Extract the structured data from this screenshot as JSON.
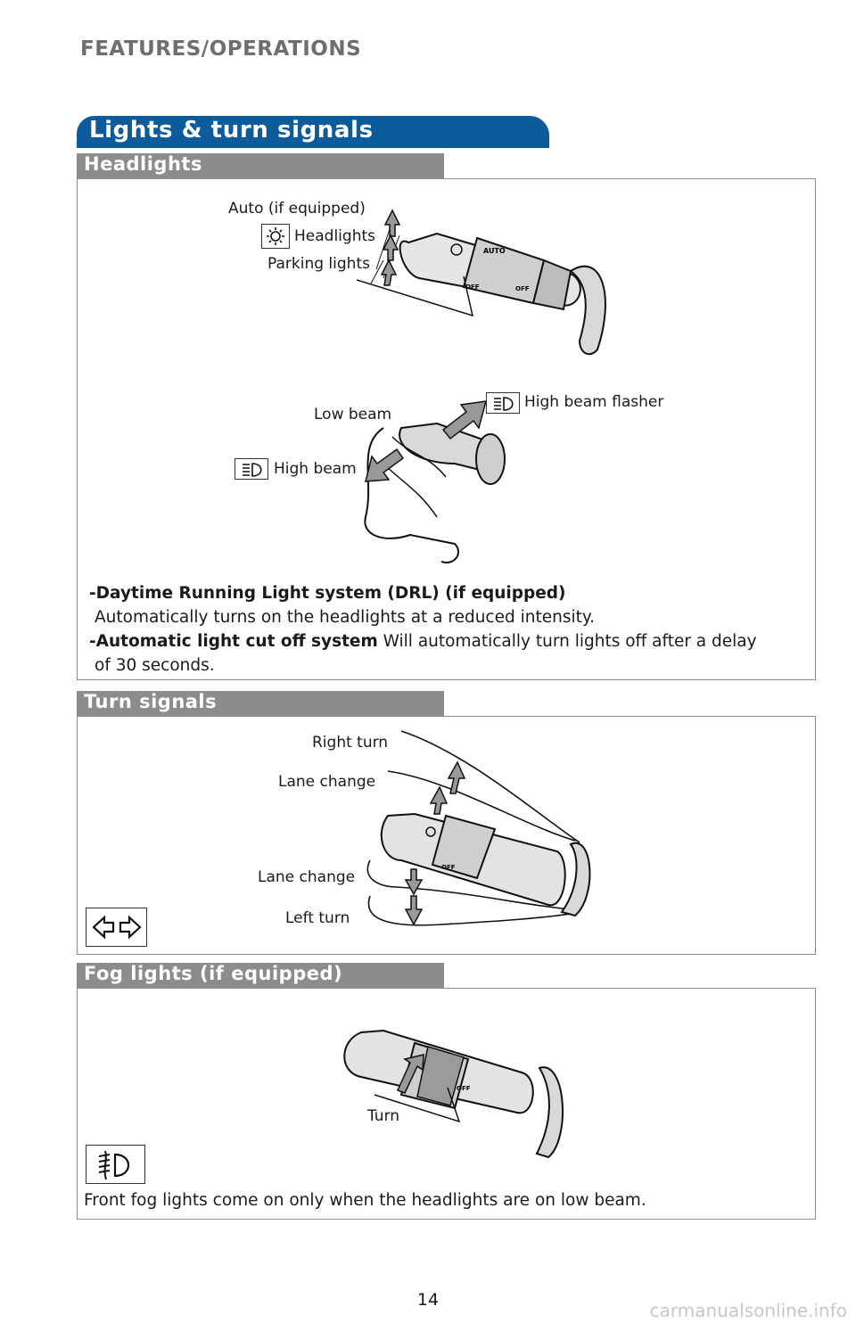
{
  "header": {
    "section": "FEATURES/OPERATIONS"
  },
  "banner": {
    "title": "Lights & turn signals"
  },
  "headlights": {
    "title": "Headlights",
    "labels": {
      "auto": "Auto (if equipped)",
      "headlights": "Headlights",
      "parking": "Parking lights",
      "low_beam": "Low beam",
      "high_beam": "High beam",
      "high_beam_flasher": "High beam flasher"
    },
    "drl_title": "-Daytime Running Light system (DRL) (if equipped)",
    "drl_text": "Automatically turns on the headlights at a reduced intensity.",
    "cutoff_title": "-Automatic light cut off system",
    "cutoff_text": " Will automatically turn lights off after a delay",
    "cutoff_text2": "of 30 seconds."
  },
  "turn_signals": {
    "title": "Turn signals",
    "labels": {
      "right_turn": "Right turn",
      "lane_change_up": "Lane change",
      "lane_change_down": "Lane change",
      "left_turn": "Left turn"
    }
  },
  "fog_lights": {
    "title": "Fog lights (if equipped)",
    "turn_label": "Turn",
    "text": "Front fog lights come on only when the headlights are on low beam."
  },
  "footer": {
    "page_number": "14",
    "watermark": "carmanualsonline.info"
  },
  "icons": [
    "headlight-icon",
    "high-beam-icon",
    "turn-signal-icon",
    "fog-light-icon"
  ],
  "colors": {
    "banner": "#0d5b9a",
    "section_bar": "#8c8c8c",
    "header_text": "#6e6e6e"
  }
}
